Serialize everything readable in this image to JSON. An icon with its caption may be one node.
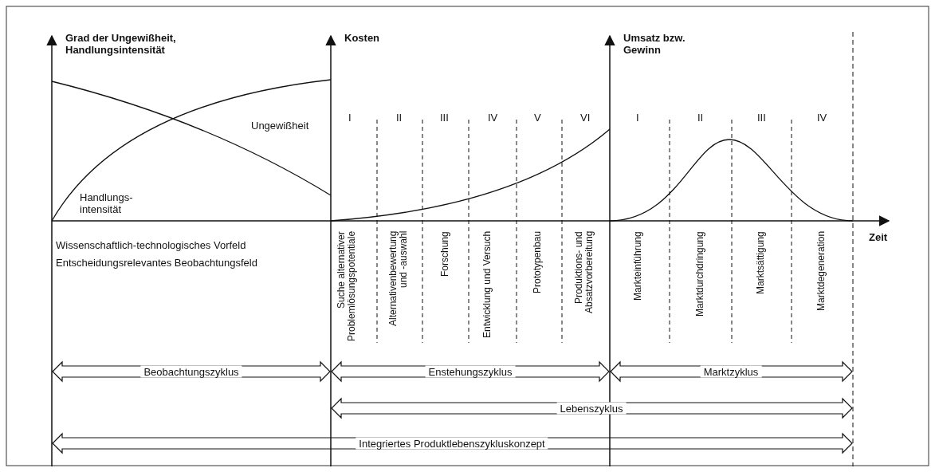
{
  "diagram": {
    "labels": [
      "Grad der Ungewißheit, Handlungsintensität",
      "Kosten",
      "Umsatz bzw. Gewinn",
      "Ungewißheit",
      "I",
      "II",
      "III",
      "IV",
      "V",
      "VI",
      "I",
      "II",
      "III",
      "IV",
      "Handlungs- intensität",
      "Zeit",
      "Wissenschaftlich-technologisches Vorfeld",
      "Entscheidungsrelevantes Beobachtungsfeld",
      "Suche alternativer Problemlösungspotentiale",
      "Alternativenbewertung und -auswahl",
      "Forschung",
      "Entwicklung und Versuch",
      "Prototypenbau",
      "Produktions- und Absatzvorbereitung",
      "Markteinführung",
      "Marktdurchdringung",
      "Marktsättigung",
      "Marktdegeneration",
      "Beobachtungszyklus",
      "Enstehungszyklus",
      "Marktzyklus",
      "Lebenszyklus",
      "Integriertes Produktlebenszykluskonzept"
    ]
  }
}
